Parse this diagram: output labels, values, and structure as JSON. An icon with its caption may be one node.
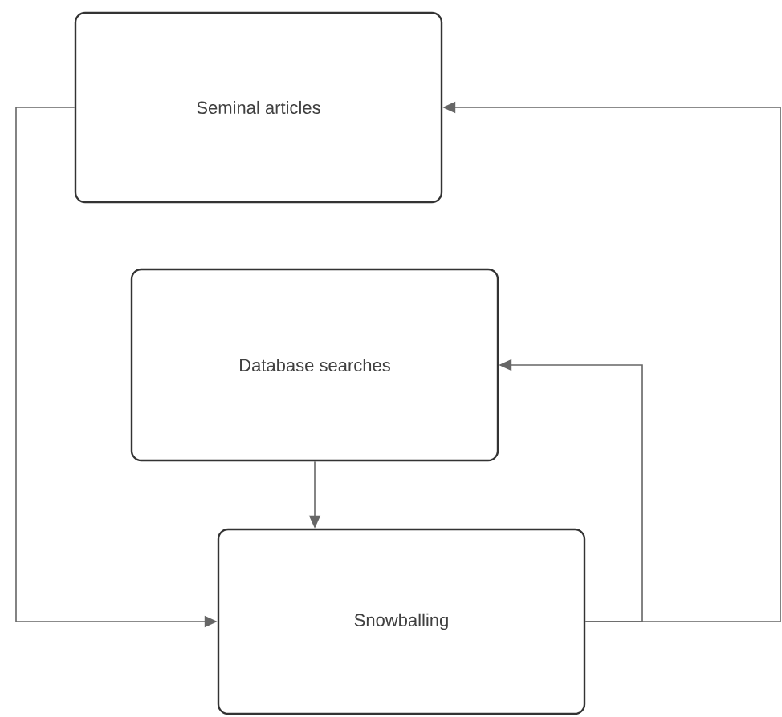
{
  "diagram": {
    "nodes": [
      {
        "text": [
          "Seminal articles"
        ]
      },
      {
        "text": [
          "Database searches"
        ]
      },
      {
        "text": [
          "Snowballing"
        ]
      }
    ],
    "edges": [
      {
        "from": 0,
        "to": 2,
        "arrow": "to"
      },
      {
        "from": 1,
        "to": 2,
        "arrow": "to"
      },
      {
        "from": 2,
        "to": 1,
        "arrow": "to"
      },
      {
        "from": 2,
        "to": 0,
        "arrow": "to"
      }
    ]
  }
}
